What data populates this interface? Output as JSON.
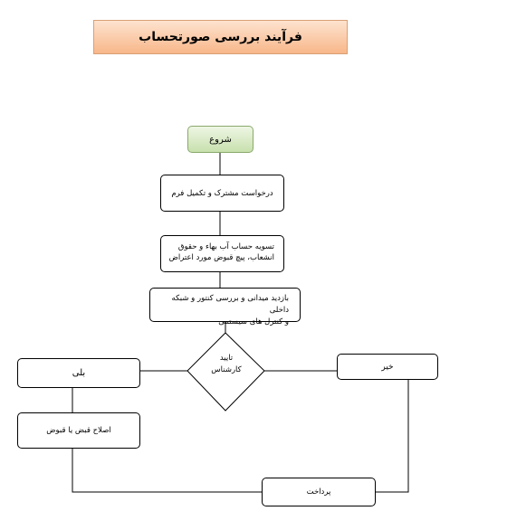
{
  "title": "فرآیند بررسی صورتحساب",
  "nodes": {
    "start": "شروع",
    "request": "درخواست مشترک و تکمیل فرم",
    "settle_line1": "تسویه حساب آب بهاء و حقوق",
    "settle_line2": "انشعاب، پیچ قبوض مورد اعتراض",
    "visit_line1": "بازدید میدانی و بررسی کنتور و شبکه داخلی",
    "visit_line2": "و کنترل های سیستمی",
    "decision_line1": "تایید",
    "decision_line2": "کارشناس",
    "yes": "بلی",
    "fix": "اصلاح قبض یا قبوض",
    "no": "خیر",
    "pay": "پرداخت"
  }
}
